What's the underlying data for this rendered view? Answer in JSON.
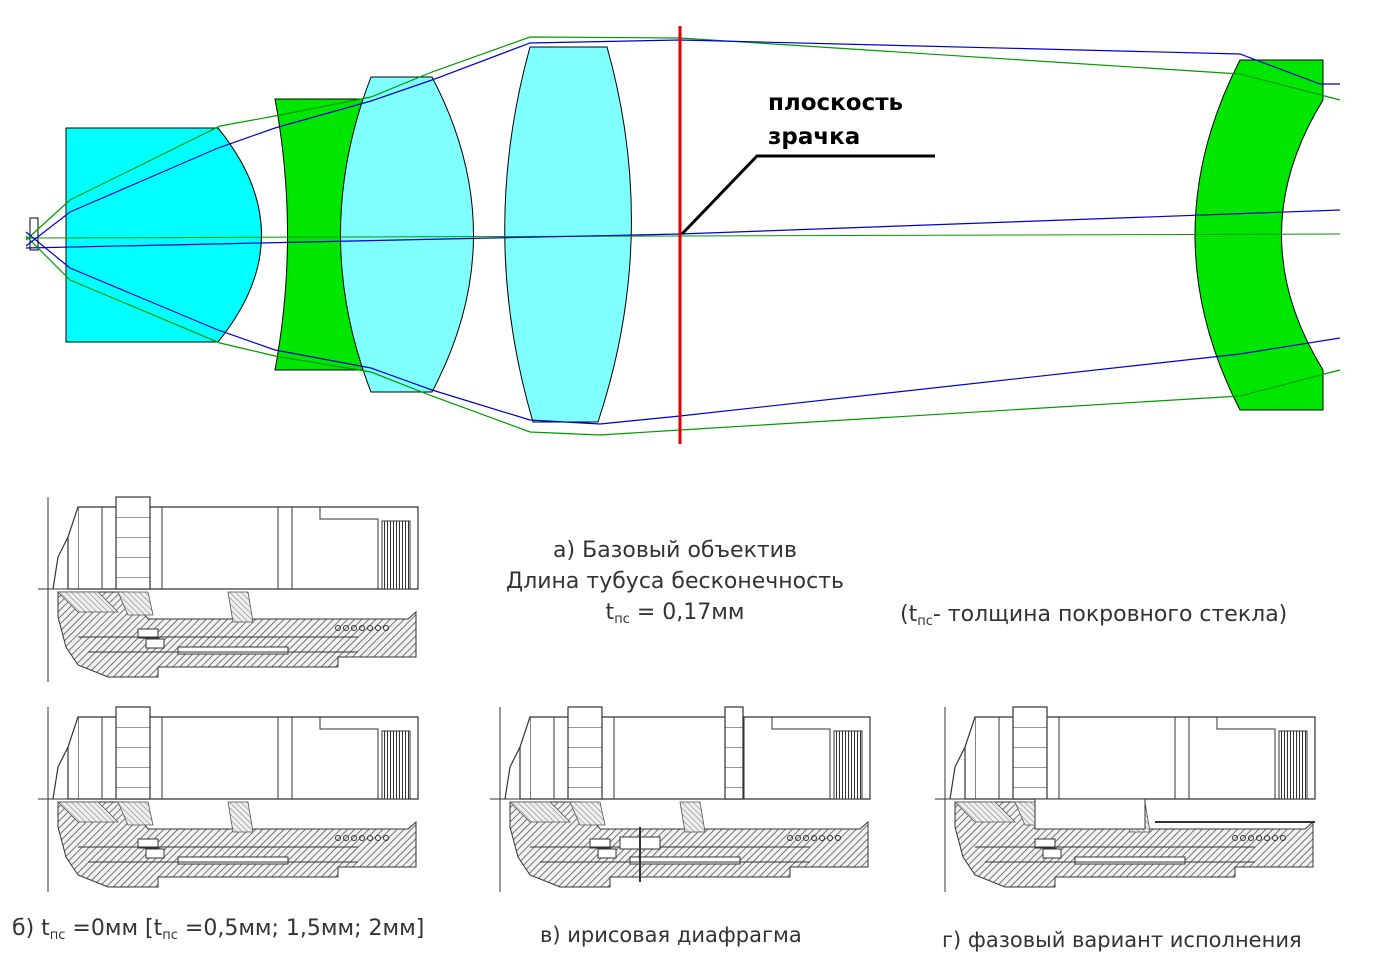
{
  "optics": {
    "pupil_label_line1": "плоскость",
    "pupil_label_line2": "зрачка",
    "colors": {
      "lens_cyan": "#00ffff",
      "lens_lightcyan": "#80ffff",
      "lens_green": "#00e600",
      "ray_blue": "#0000cc",
      "ray_green": "#009900",
      "pupil_plane": "#dd0000"
    }
  },
  "captions": {
    "a_line1": "а) Базовый объектив",
    "a_line2": "Длина тубуса бесконечность",
    "a_t": "t",
    "a_t_sub": "пс",
    "a_t_rest": " = 0,17мм",
    "note_open": "(t",
    "note_sub": "пс",
    "note_rest": "- толщина покровного стекла)",
    "b_prefix": "б) t",
    "b_sub1": "пс",
    "b_mid": " =0мм [t",
    "b_sub2": "пс",
    "b_rest": " =0,5мм; 1,5мм; 2мм]",
    "v": "в) ирисовая диафрагма",
    "g": "г) фазовый вариант исполнения"
  }
}
